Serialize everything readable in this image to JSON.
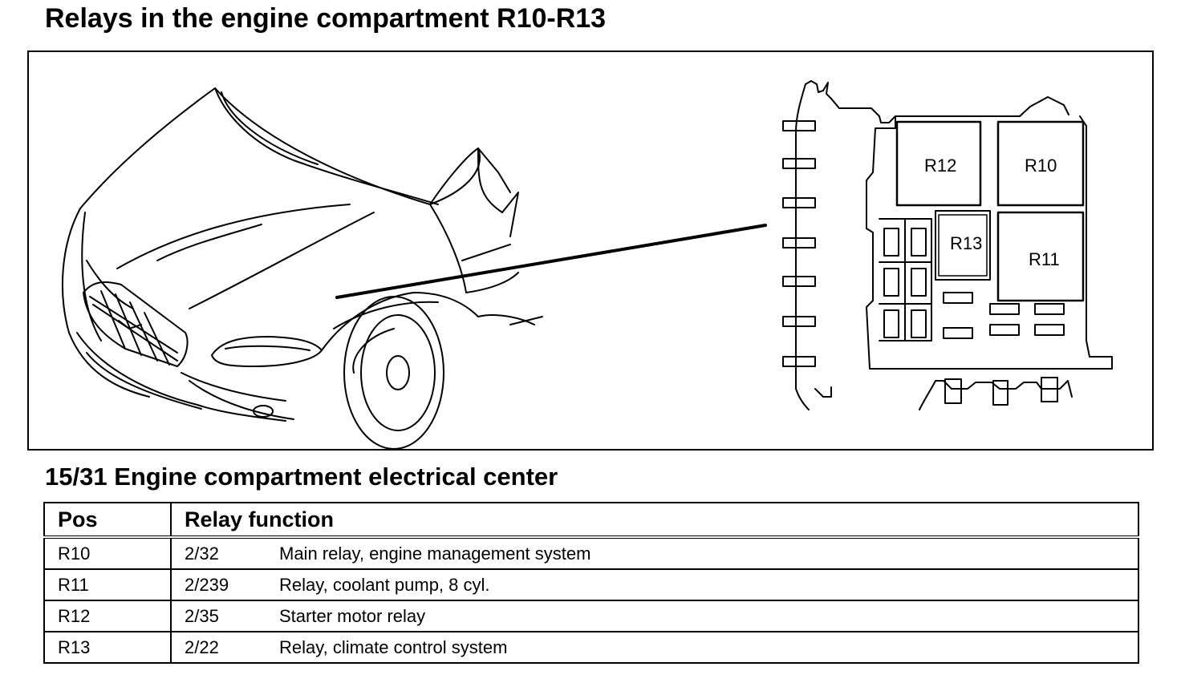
{
  "title": "Relays in the engine compartment R10-R13",
  "diagram": {
    "relay_labels": {
      "R10": "R10",
      "R11": "R11",
      "R12": "R12",
      "R13": "R13"
    }
  },
  "table": {
    "title": "15/31 Engine compartment electrical center",
    "headers": {
      "pos": "Pos",
      "function": "Relay function"
    },
    "rows": [
      {
        "pos": "R10",
        "code": "2/32",
        "function": "Main relay, engine management system"
      },
      {
        "pos": "R11",
        "code": "2/239",
        "function": "Relay, coolant pump, 8 cyl."
      },
      {
        "pos": "R12",
        "code": "2/35",
        "function": "Starter motor relay"
      },
      {
        "pos": "R13",
        "code": "2/22",
        "function": "Relay, climate control system"
      }
    ]
  }
}
